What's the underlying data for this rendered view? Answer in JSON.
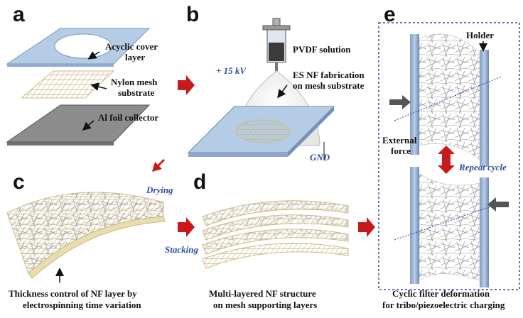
{
  "panels": {
    "a": {
      "letter": "a",
      "labels": {
        "cover_line1": "Acyclic cover",
        "cover_line2": "layer",
        "mesh_line1": "Nylon mesh",
        "mesh_line2": "substrate",
        "foil": "Al foil collector"
      }
    },
    "b": {
      "letter": "b",
      "labels": {
        "solution": "PVDF solution",
        "voltage": "+ 15 kV",
        "fab_line1": "ES NF fabrication",
        "fab_line2": "on mesh substrate",
        "ground": "GND"
      }
    },
    "c": {
      "letter": "c",
      "caption_line1": "Thickness control of NF layer by",
      "caption_line2": "electrospinning time variation"
    },
    "d": {
      "letter": "d",
      "caption_line1": "Multi-layered NF structure",
      "caption_line2": "on mesh supporting layers"
    },
    "e": {
      "letter": "e",
      "labels": {
        "holder": "Holder",
        "force_line1": "External",
        "force_line2": "force",
        "repeat": "Repeat cycle"
      },
      "caption_line1": "Cyclic filter deformation",
      "caption_line2": "for tribo/piezoelectric charging"
    }
  },
  "steps": {
    "drying": "Drying",
    "stacking": "Stacking"
  },
  "colors": {
    "arrow_red": "#c8191c",
    "step_text": "#2b4f9e",
    "cover_blue": "#b4cce6",
    "foil_gray": "#8c8c8c",
    "mesh_tan": "#e8dcb0",
    "dashed_border": "#2a4f8f"
  }
}
